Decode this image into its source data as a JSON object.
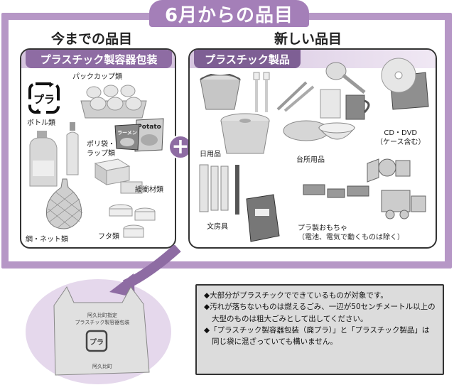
{
  "title": "6月からの品目",
  "left_section": {
    "heading": "今までの品目",
    "panel_title": "プラスチック製容器包装",
    "pura_mark": "プラ",
    "labels": {
      "cup": "パックカップ類",
      "bottle": "ボトル類",
      "bag": "ポリ袋・\nラップ類",
      "cushion": "緩衝材類",
      "net": "網・ネット類",
      "lid": "フタ類"
    },
    "chips_text": "Potato",
    "ramen_text": "ラーメン"
  },
  "plus": "+",
  "right_section": {
    "heading": "新しい品目",
    "panel_title": "プラスチック製品",
    "labels": {
      "daily": "日用品",
      "kitchen": "台所用品",
      "cd": "CD・DVD\n（ケース含む）",
      "stationery": "文房具",
      "toys": "プラ製おもちゃ\n（電池、電気で動くものは除く）"
    }
  },
  "bag_print": {
    "line1": "阿久比町指定",
    "line2": "プラスチック製容器包装",
    "mark": "プラ",
    "bottom": "阿久比町"
  },
  "notes": [
    "◆大部分がプラスチックでできているものが対象です。",
    "◆汚れが落ちないものは燃えるごみ、一辺が50センチメートル以上の大型のものは粗大ごみとして出してください。",
    "◆「プラスチック製容器包装（廃プラ）」と「プラスチック製品」は同じ袋に混ざっていても構いません。"
  ]
}
